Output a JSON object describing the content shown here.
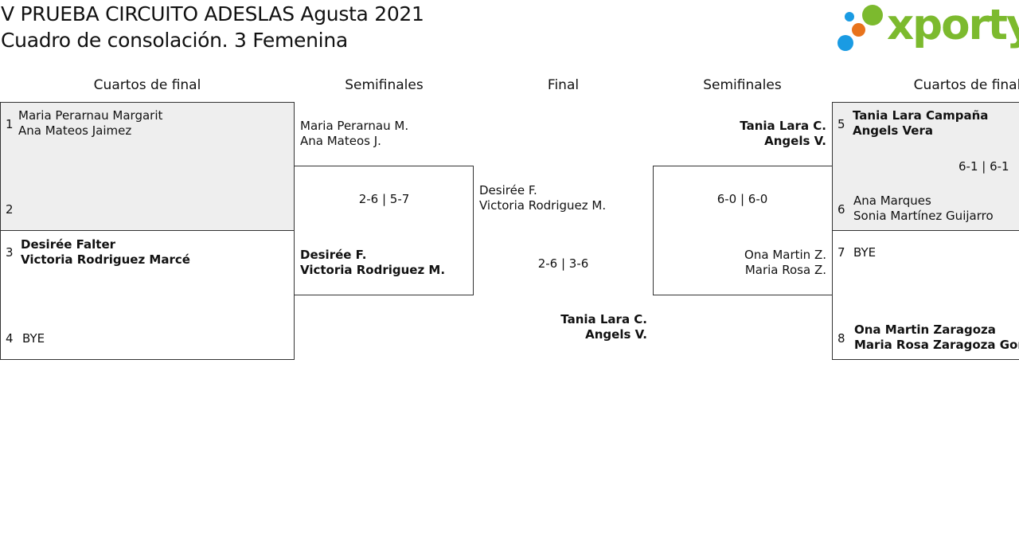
{
  "header": {
    "title_line1": "V PRUEBA CIRCUITO ADESLAS Agusta 2021",
    "title_line2": "Cuadro de consolación. 3 Femenina"
  },
  "logo": {
    "text": "xporty",
    "colors": [
      "#1a9be3",
      "#e8731c",
      "#7cba2e"
    ]
  },
  "rounds": {
    "left_qf": "Cuartos de final",
    "left_sf": "Semifinales",
    "final": "Final",
    "right_sf": "Semifinales",
    "right_qf": "Cuartos de final"
  },
  "left_qf": [
    {
      "seed": "1",
      "p1": "Maria Perarnau Margarit",
      "p2": "Ana Mateos Jaimez"
    },
    {
      "seed": "2",
      "p1": "",
      "p2": ""
    },
    {
      "seed": "3",
      "p1": "Desirée Falter",
      "p2": "Victoria Rodriguez Marcé"
    },
    {
      "seed": "4",
      "p1": "BYE"
    }
  ],
  "left_sf": {
    "top_p1": "Maria Perarnau M.",
    "top_p2": "Ana Mateos J.",
    "score": "2-6 | 5-7",
    "bottom_p1": "Desirée F.",
    "bottom_p2": "Victoria Rodriguez M."
  },
  "final": {
    "top_p1": "Desirée F.",
    "top_p2": "Victoria Rodriguez M.",
    "score": "2-6 | 3-6",
    "winner_p1": "Tania Lara C.",
    "winner_p2": "Angels V."
  },
  "right_sf": {
    "top_p1": "Tania Lara C.",
    "top_p2": "Angels V.",
    "score": "6-0 | 6-0",
    "bottom_p1": "Ona Martin Z.",
    "bottom_p2": "Maria Rosa Z."
  },
  "right_qf": [
    {
      "seed": "5",
      "p1": "Tania Lara Campaña",
      "p2": "Angels Vera"
    },
    {
      "seed": "6",
      "p1": "Ana Marques",
      "p2": "Sonia Martínez Guijarro"
    },
    {
      "seed": "7",
      "p1": "BYE"
    },
    {
      "seed": "8",
      "p1": "Ona Martin Zaragoza",
      "p2": "Maria Rosa Zaragoza Gomez"
    }
  ],
  "right_qf_score": "6-1 | 6-1"
}
